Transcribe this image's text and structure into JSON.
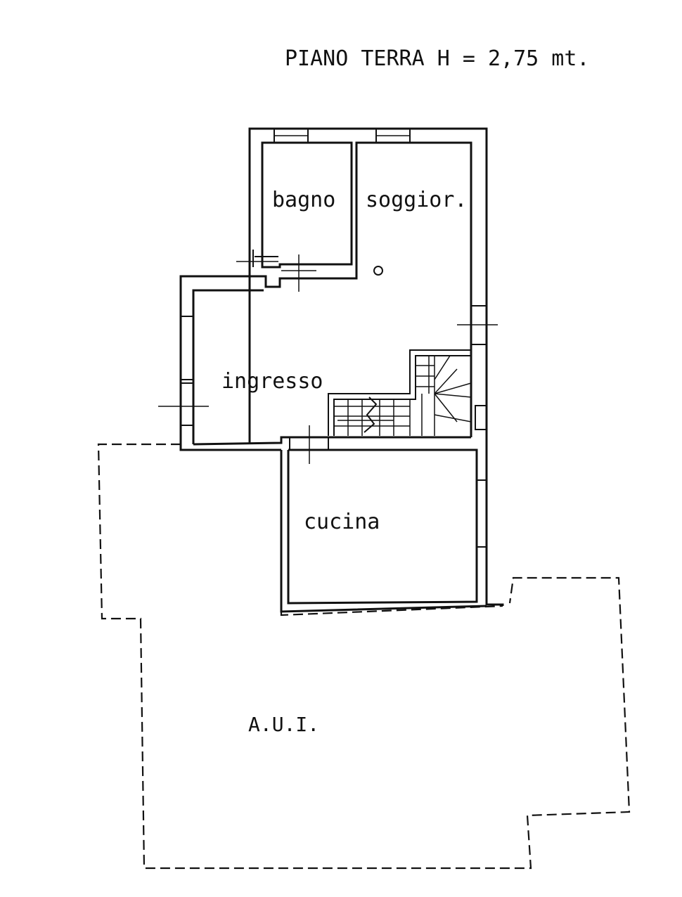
{
  "title": "PIANO TERRA H = 2,75 mt.",
  "rooms": {
    "bagno": "bagno",
    "soggiorno": "soggior.",
    "ingresso": "ingresso",
    "cucina": "cucina"
  },
  "exterior_area": "A.U.I."
}
